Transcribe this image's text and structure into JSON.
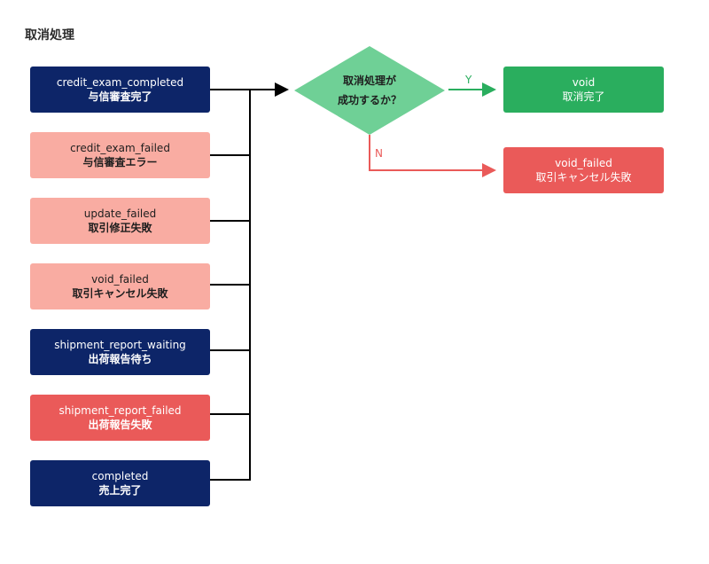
{
  "title": "取消処理",
  "left_boxes": [
    {
      "line1": "credit_exam_completed",
      "line2": "与信審査完了"
    },
    {
      "line1": "credit_exam_failed",
      "line2": "与信審査エラー"
    },
    {
      "line1": "update_failed",
      "line2": "取引修正失敗"
    },
    {
      "line1": "void_failed",
      "line2": "取引キャンセル失敗"
    },
    {
      "line1": "shipment_report_waiting",
      "line2": "出荷報告待ち"
    },
    {
      "line1": "shipment_report_failed",
      "line2": "出荷報告失敗"
    },
    {
      "line1": "completed",
      "line2": "売上完了"
    }
  ],
  "decision": {
    "line1": "取消処理が",
    "line2": "成功するか？"
  },
  "yes_label": "Y",
  "no_label": "N",
  "yes_box": {
    "line1": "void",
    "line2": "取消完了"
  },
  "no_box": {
    "line1": "void_failed",
    "line2": "取引キャンセル失敗"
  },
  "colors": {
    "navy": "#0d2568",
    "pink": "#f9aca2",
    "red": "#ea5a59",
    "green": "#2aae5e",
    "decision": "#6fd096"
  }
}
